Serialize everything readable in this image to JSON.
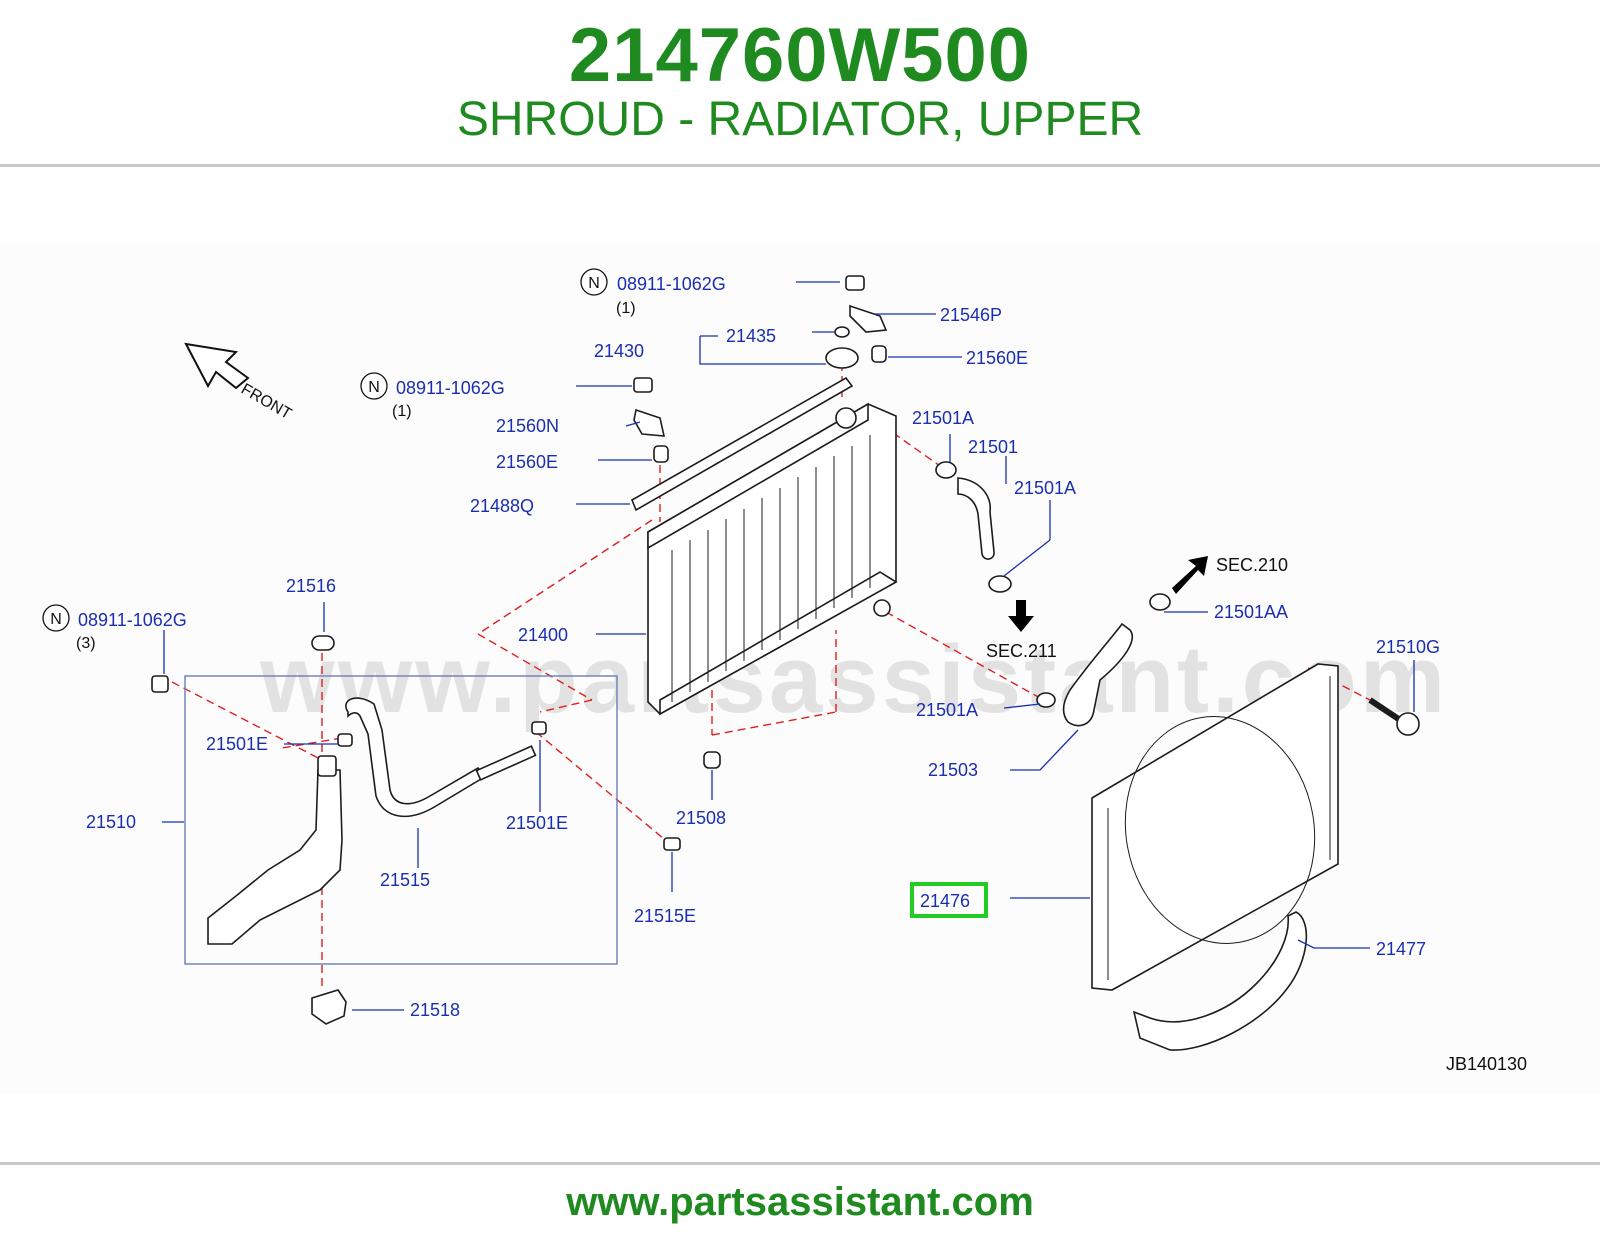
{
  "header": {
    "part_number": "214760W500",
    "part_name": "SHROUD - RADIATOR, UPPER"
  },
  "footer": {
    "url": "www.partsassistant.com"
  },
  "diagram": {
    "watermark": "www.partsassistant.com",
    "front_label": "FRONT",
    "ref_code": "JB140130",
    "highlight_color": "#22cc22",
    "callouts": {
      "c08911_top": "08911-1062G",
      "c08911_top_qty": "(1)",
      "c08911_mid": "08911-1062G",
      "c08911_mid_qty": "(1)",
      "c08911_left": "08911-1062G",
      "c08911_left_qty": "(3)",
      "c21546P": "21546P",
      "c21435": "21435",
      "c21430": "21430",
      "c21560E_top": "21560E",
      "c21560N": "21560N",
      "c21560E_left": "21560E",
      "c21488Q": "21488Q",
      "c21501A_1": "21501A",
      "c21501": "21501",
      "c21501A_2": "21501A",
      "c21400": "21400",
      "c21516": "21516",
      "c21501E_1": "21501E",
      "c21510": "21510",
      "c21501E_2": "21501E",
      "c21515": "21515",
      "c21508": "21508",
      "c21515E": "21515E",
      "c21518": "21518",
      "c21501AA": "21501AA",
      "c21510G": "21510G",
      "c21501A_3": "21501A",
      "c21503": "21503",
      "c21476": "21476",
      "c21477": "21477"
    },
    "sections": {
      "sec210": "SEC.210",
      "sec211": "SEC.211"
    },
    "nut_marker": "N"
  }
}
